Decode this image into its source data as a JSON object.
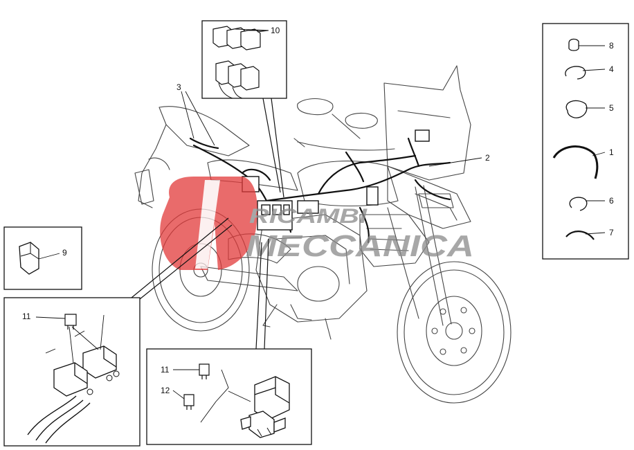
{
  "watermark": {
    "line1": "RICAMBI",
    "line2": "MECCANICA",
    "brand_color": "#e23a3a",
    "text_color": "#8a8a8a"
  },
  "callouts": {
    "c1": "1",
    "c2": "2",
    "c3": "3",
    "c4": "4",
    "c5": "5",
    "c6": "6",
    "c7": "7",
    "c8": "8",
    "c9": "9",
    "c10": "10",
    "c11a": "11",
    "c11b": "11",
    "c12": "12"
  }
}
